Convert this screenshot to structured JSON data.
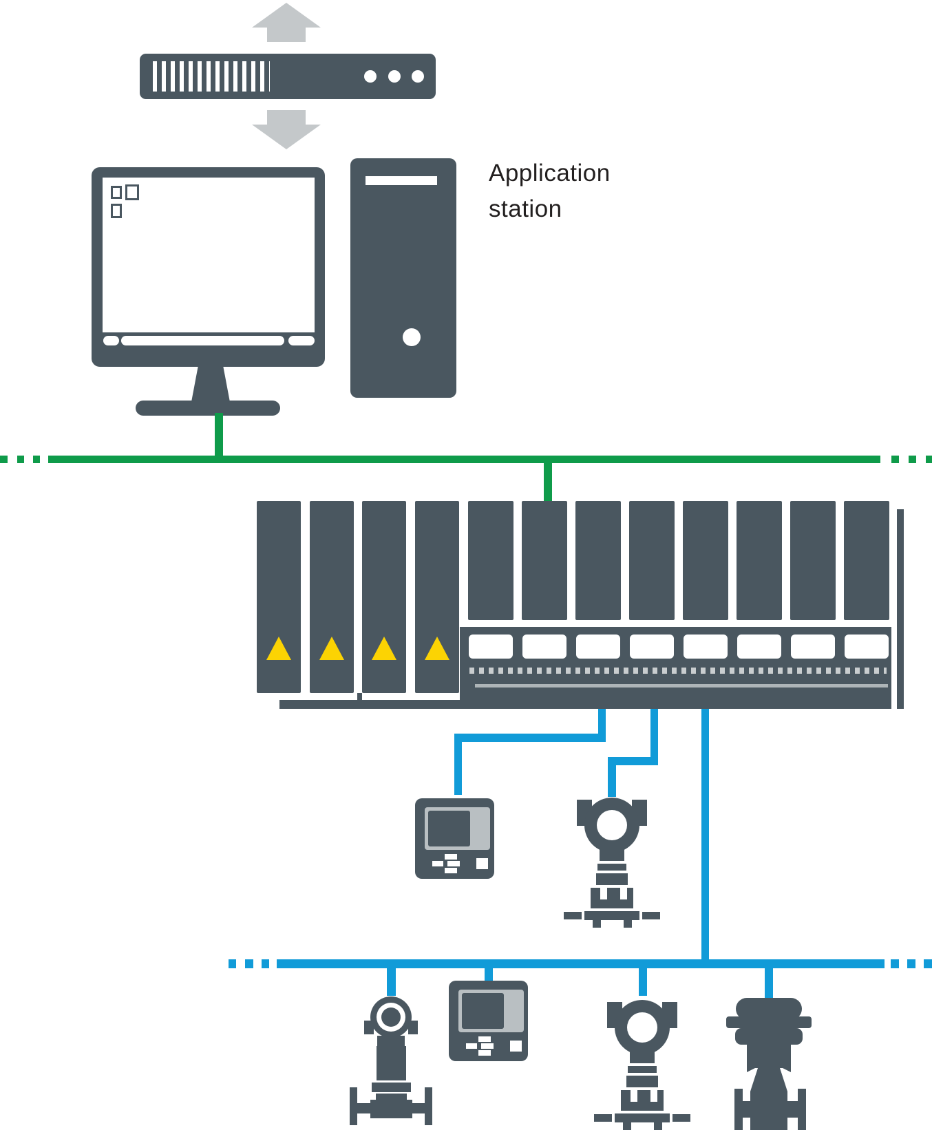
{
  "app_station_label": {
    "line1": "Application",
    "line2": "station"
  },
  "colors": {
    "device_gray": "#4a5760",
    "light_gray": "#c4c8ca",
    "panel_gray": "#b9bfc2",
    "plant_network_green": "#0f9b4a",
    "fieldbus_blue": "#119bd8",
    "warning_yellow": "#fcd303",
    "label_text": "#221f1f",
    "background": "#ffffff"
  },
  "icons": {
    "top": [
      "up-arrow-icon",
      "server-rack-icon",
      "down-arrow-icon"
    ],
    "workstation": [
      "monitor-icon",
      "computer-tower-icon"
    ],
    "controller_rack": {
      "io_modules_with_warning": 4,
      "controller_modules": 8,
      "terminal_blocks": 8,
      "warning_icon": "warning-triangle-icon"
    },
    "mid_devices": [
      "handheld-communicator-icon",
      "pressure-transmitter-icon"
    ],
    "bottom_devices": [
      "flowmeter-icon",
      "handheld-communicator-icon",
      "pressure-transmitter-icon",
      "control-valve-icon"
    ]
  },
  "networks": {
    "plant_network": {
      "color": "#0f9b4a",
      "style": "solid-with-dashed-ends"
    },
    "fieldbus": {
      "color": "#119bd8",
      "style": "solid-with-dashed-ends"
    }
  }
}
